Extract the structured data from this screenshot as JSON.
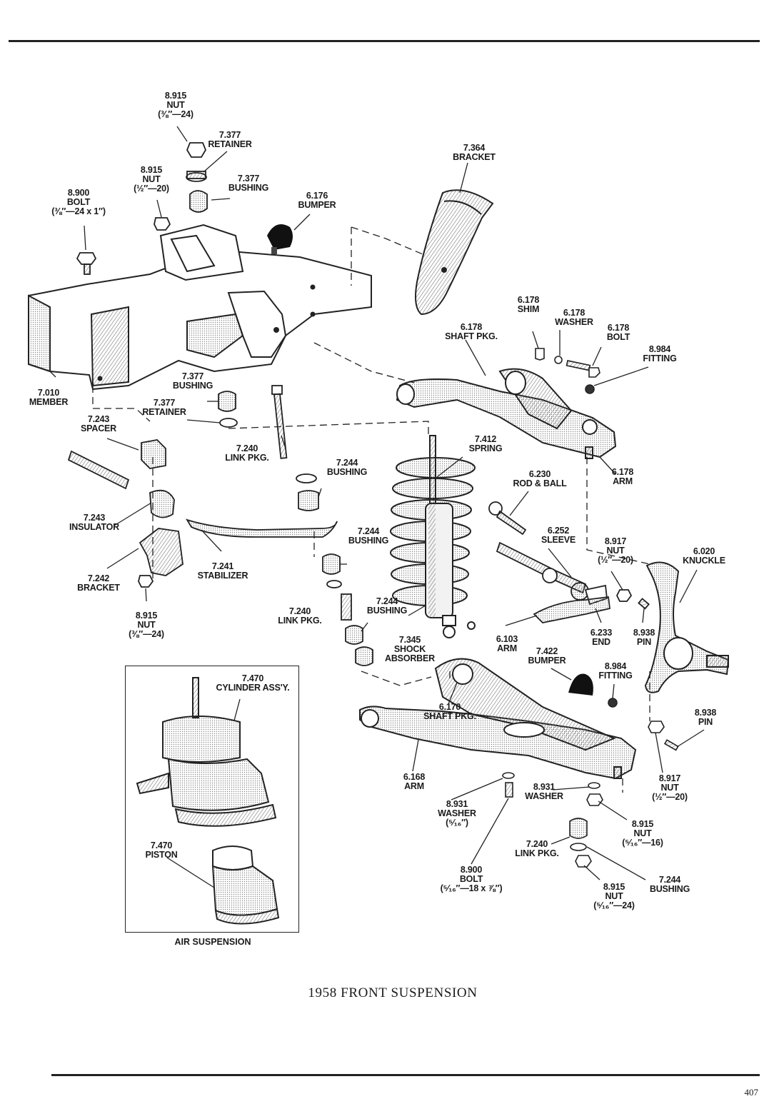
{
  "page": {
    "title": "1958 FRONT SUSPENSION",
    "page_number": "407",
    "inset_caption": "AIR SUSPENSION"
  },
  "callouts": {
    "nut_top": [
      "8.915",
      "NUT",
      "(⅜″—24)"
    ],
    "retainer_top": [
      "7.377",
      "RETAINER"
    ],
    "bushing_top": [
      "7.377",
      "BUSHING"
    ],
    "nut_half_top": [
      "8.915",
      "NUT",
      "(½″—20)"
    ],
    "bolt_member": [
      "8.900",
      "BOLT",
      "(⅜″—24 x 1″)"
    ],
    "bumper_top": [
      "6.176",
      "BUMPER"
    ],
    "bracket_top": [
      "7.364",
      "BRACKET"
    ],
    "member": [
      "7.010",
      "MEMBER"
    ],
    "bushing_mid": [
      "7.377",
      "BUSHING"
    ],
    "retainer_mid": [
      "7.377",
      "RETAINER"
    ],
    "spacer": [
      "7.243",
      "SPACER"
    ],
    "link_pkg_mid": [
      "7.240",
      "LINK PKG."
    ],
    "bushing_link_upper": [
      "7.244",
      "BUSHING"
    ],
    "insulator": [
      "7.243",
      "INSULATOR"
    ],
    "bracket_stab": [
      "7.242",
      "BRACKET"
    ],
    "stabilizer": [
      "7.241",
      "STABILIZER"
    ],
    "nut_stab": [
      "8.915",
      "NUT",
      "(⅜″—24)"
    ],
    "bushing_link_mid": [
      "7.244",
      "BUSHING"
    ],
    "link_pkg_low": [
      "7.240",
      "LINK PKG."
    ],
    "bushing_link_low": [
      "7.244",
      "BUSHING"
    ],
    "shock": [
      "7.345",
      "SHOCK",
      "ABSORBER"
    ],
    "spring": [
      "7.412",
      "SPRING"
    ],
    "shim": [
      "6.178",
      "SHIM"
    ],
    "washer_upper": [
      "6.178",
      "WASHER"
    ],
    "bolt_upper": [
      "6.178",
      "BOLT"
    ],
    "fitting_upper": [
      "8.984",
      "FITTING"
    ],
    "shaft_pkg_upper": [
      "6.178",
      "SHAFT PKG."
    ],
    "upper_arm": [
      "6.178",
      "ARM"
    ],
    "rod_ball": [
      "6.230",
      "ROD & BALL"
    ],
    "sleeve": [
      "6.252",
      "SLEEVE"
    ],
    "nut_knuckle": [
      "8.917",
      "NUT",
      "(½″—20)"
    ],
    "knuckle": [
      "6.020",
      "KNUCKLE"
    ],
    "end": [
      "6.233",
      "END"
    ],
    "pin_upper": [
      "8.938",
      "PIN"
    ],
    "steering_arm": [
      "6.103",
      "ARM"
    ],
    "bumper_lower": [
      "7.422",
      "BUMPER"
    ],
    "fitting_lower": [
      "8.984",
      "FITTING"
    ],
    "shaft_pkg_lower": [
      "6.170",
      "SHAFT PKG."
    ],
    "pin_lower": [
      "8.938",
      "PIN"
    ],
    "lower_arm": [
      "6.168",
      "ARM"
    ],
    "washer_lower_left": [
      "8.931",
      "WASHER",
      "(⁵⁄₁₆″)"
    ],
    "washer_lower_right": [
      "8.931",
      "WASHER"
    ],
    "nut_lower_right": [
      "8.917",
      "NUT",
      "(½″—20)"
    ],
    "nut_lower_16": [
      "8.915",
      "NUT",
      "(⁵⁄₁₆″—16)"
    ],
    "link_pkg_bottom": [
      "7.240",
      "LINK PKG."
    ],
    "bolt_bottom": [
      "8.900",
      "BOLT",
      "(⁵⁄₁₆″—18 x ⅞″)"
    ],
    "nut_bottom_24": [
      "8.915",
      "NUT",
      "(⁵⁄₁₆″—24)"
    ],
    "bushing_bottom": [
      "7.244",
      "BUSHING"
    ],
    "cylinder": [
      "7.470",
      "CYLINDER ASS'Y."
    ],
    "piston": [
      "7.470",
      "PISTON"
    ]
  }
}
